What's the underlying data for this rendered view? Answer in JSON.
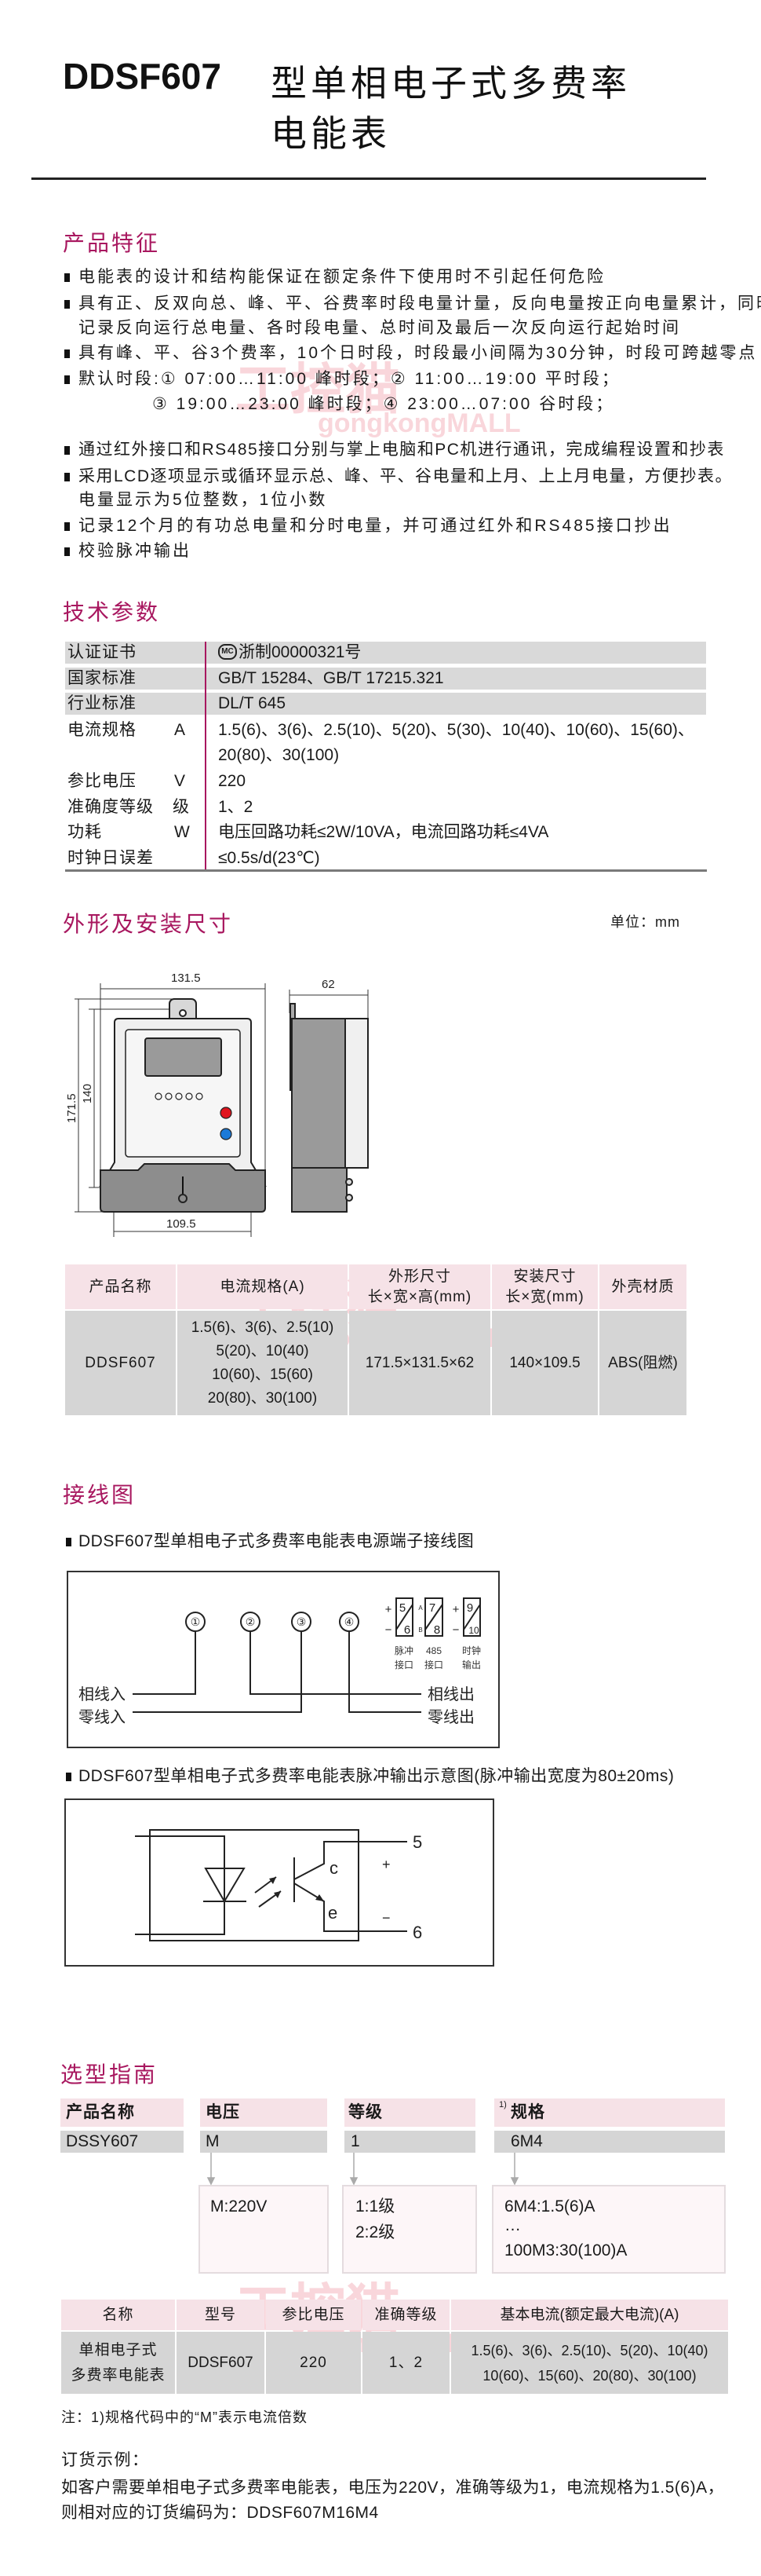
{
  "title": {
    "model": "DDSF607",
    "line1": "型单相电子式多费率",
    "line2": "电能表"
  },
  "features": {
    "heading": "产品特征",
    "items": [
      {
        "lines": [
          "电能表的设计和结构能保证在额定条件下使用时不引起任何危险"
        ]
      },
      {
        "lines": [
          "具有正、反双向总、峰、平、谷费率时段电量计量，反向电量按正向电量累计，同时",
          "记录反向运行总电量、各时段电量、总时间及最后一次反向运行起始时间"
        ]
      },
      {
        "lines": [
          "具有峰、平、谷3个费率，10个日时段，时段最小间隔为30分钟，时段可跨越零点"
        ]
      },
      {
        "lines": [
          "默认时段:① 07:00…11:00 峰时段；② 11:00…19:00 平时段；",
          "③ 19:00…23:00 峰时段；④ 23:00…07:00 谷时段；"
        ]
      },
      {
        "lines": [
          "通过红外接口和RS485接口分别与掌上电脑和PC机进行通讯，完成编程设置和抄表"
        ]
      },
      {
        "lines": [
          "采用LCD逐项显示或循环显示总、峰、平、谷电量和上月、上上月电量，方便抄表。",
          "电量显示为5位整数，1位小数"
        ]
      },
      {
        "lines": [
          "记录12个月的有功总电量和分时电量，并可通过红外和RS485接口抄出"
        ]
      },
      {
        "lines": [
          "校验脉冲输出"
        ]
      }
    ]
  },
  "specs": {
    "heading": "技术参数",
    "rows": [
      {
        "label": "认证证书",
        "unit": "",
        "values": [
          "浙制00000321号"
        ],
        "icon": "MC"
      },
      {
        "label": "国家标准",
        "unit": "",
        "values": [
          "GB/T 15284、GB/T 17215.321"
        ]
      },
      {
        "label": "行业标准",
        "unit": "",
        "values": [
          "DL/T 645"
        ]
      },
      {
        "label": "电流规格",
        "unit": "A",
        "values": [
          "1.5(6)、3(6)、2.5(10)、5(20)、5(30)、10(40)、10(60)、15(60)、",
          "20(80)、30(100)"
        ]
      },
      {
        "label": "参比电压",
        "unit": "V",
        "values": [
          "220"
        ]
      },
      {
        "label": "准确度等级",
        "unit": "级",
        "values": [
          "1、2"
        ]
      },
      {
        "label": "功耗",
        "unit": "W",
        "values": [
          "电压回路功耗≤2W/10VA，电流回路功耗≤4VA"
        ]
      },
      {
        "label": "时钟日误差",
        "unit": "",
        "values": [
          "≤0.5s/d(23℃)"
        ]
      }
    ]
  },
  "dimensions": {
    "heading": "外形及安装尺寸",
    "unit": "单位：mm",
    "drawing": {
      "width": "131.5",
      "depth": "62",
      "height": "171.5",
      "mount_height": "140",
      "mount_width": "109.5"
    },
    "table": {
      "headers": [
        "产品名称",
        "电流规格(A)",
        "外形尺寸\n长×宽×高(mm)",
        "安装尺寸\n长×宽(mm)",
        "外壳材质"
      ],
      "row": [
        "DDSF607",
        "1.5(6)、3(6)、2.5(10)\n5(20)、10(40)\n10(60)、15(60)\n20(80)、30(100)",
        "171.5×131.5×62",
        "140×109.5",
        "ABS(阻燃)"
      ]
    }
  },
  "wiring": {
    "heading": "接线图",
    "caption1": "DDSF607型单相电子式多费率电能表电源端子接线图",
    "terminals": [
      "①",
      "②",
      "③",
      "④"
    ],
    "labels": {
      "phase_in": "相线入",
      "neutral_in": "零线入",
      "phase_out": "相线出",
      "neutral_out": "零线出"
    },
    "aux": {
      "pulse": {
        "top": "5",
        "bottom": "6",
        "plus": "+",
        "minus": "−",
        "name1": "脉冲",
        "name2": "接口"
      },
      "rs485": {
        "top": "7",
        "bottom": "8",
        "a": "A",
        "b": "B",
        "name1": "485",
        "name2": "接口"
      },
      "clock": {
        "top": "9",
        "bottom": "10",
        "plus": "+",
        "minus": "−",
        "name1": "时钟",
        "name2": "输出"
      }
    },
    "caption2": "DDSF607型单相电子式多费率电能表脉冲输出示意图(脉冲输出宽度为80±20ms)",
    "pulse": {
      "pin_top": "5",
      "pin_bottom": "6",
      "c": "c",
      "e": "e",
      "plus": "+",
      "minus": "−"
    }
  },
  "selection": {
    "heading": "选型指南",
    "headers": [
      "产品名称",
      "电压",
      "等级",
      "规格"
    ],
    "spec_sup": "1)",
    "values": [
      "DSSY607",
      "M",
      "1",
      "6M4"
    ],
    "options": {
      "voltage": [
        "M:220V"
      ],
      "grade": [
        "1:1级",
        "2:2级"
      ],
      "spec": [
        "6M4:1.5(6)A",
        "…",
        "100M3:30(100)A"
      ]
    },
    "table": {
      "headers": [
        "名称",
        "型号",
        "参比电压",
        "准确等级",
        "基本电流(额定最大电流)(A)"
      ],
      "row": [
        "单相电子式\n多费率电能表",
        "DDSF607",
        "220",
        "1、2",
        "1.5(6)、3(6)、2.5(10)、5(20)、10(40)\n10(60)、15(60)、20(80)、30(100)"
      ]
    },
    "note": "注：1)规格代码中的“M”表示电流倍数"
  },
  "order": {
    "heading": "订货示例：",
    "line1": "如客户需要单相电子式多费率电能表，电压为220V，准确等级为1，电流规格为1.5(6)A，",
    "line2": "则相对应的订货编码为：DDSF607M16M4"
  },
  "watermark": {
    "cn": "工控猫",
    "en": "gongkongMALL"
  },
  "colors": {
    "accent": "#a8175f",
    "header_pink": "#f6e2e7",
    "row_gray": "#d5d5d5"
  }
}
